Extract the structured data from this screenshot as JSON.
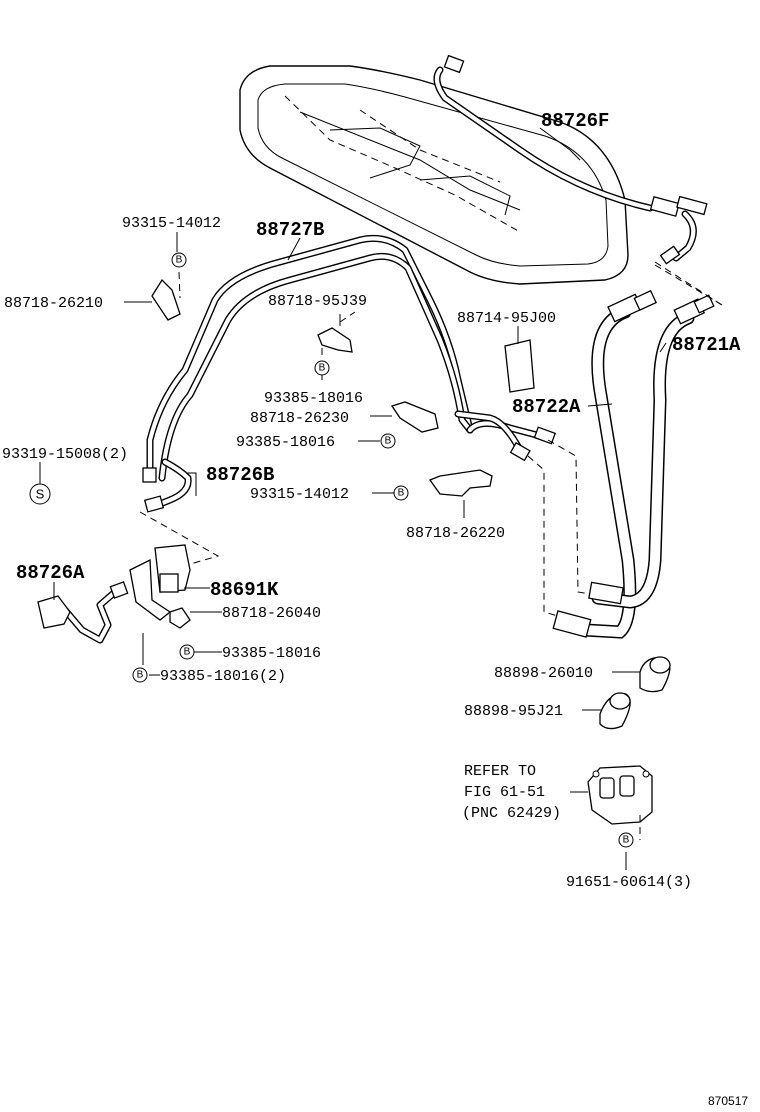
{
  "parts": {
    "p88726F": "88726F",
    "p88727B": "88727B",
    "p93315_14012_top": "93315-14012",
    "p88718_26210": "88718-26210",
    "p88718_95J39": "88718-95J39",
    "p88714_95J00": "88714-95J00",
    "p88721A": "88721A",
    "p88722A": "88722A",
    "p93385_18016_a": "93385-18016",
    "p88718_26230": "88718-26230",
    "p93385_18016_b": "93385-18016",
    "p93319_15008": "93319-15008(2)",
    "p88726B": "88726B",
    "p93315_14012_mid": "93315-14012",
    "p88718_26220": "88718-26220",
    "p88726A": "88726A",
    "p88691K": "88691K",
    "p88718_26040": "88718-26040",
    "p93385_18016_c": "93385-18016",
    "p93385_18016_d": "93385-18016(2)",
    "p88898_26010": "88898-26010",
    "p88898_95J21": "88898-95J21",
    "p91651_60614": "91651-60614(3)"
  },
  "reference": {
    "line1": "REFER TO",
    "line2": "FIG 61-51",
    "line3": "(PNC 62429)"
  },
  "symbols": {
    "bolt": "B",
    "sealant": "S"
  },
  "figure_id": "870517"
}
